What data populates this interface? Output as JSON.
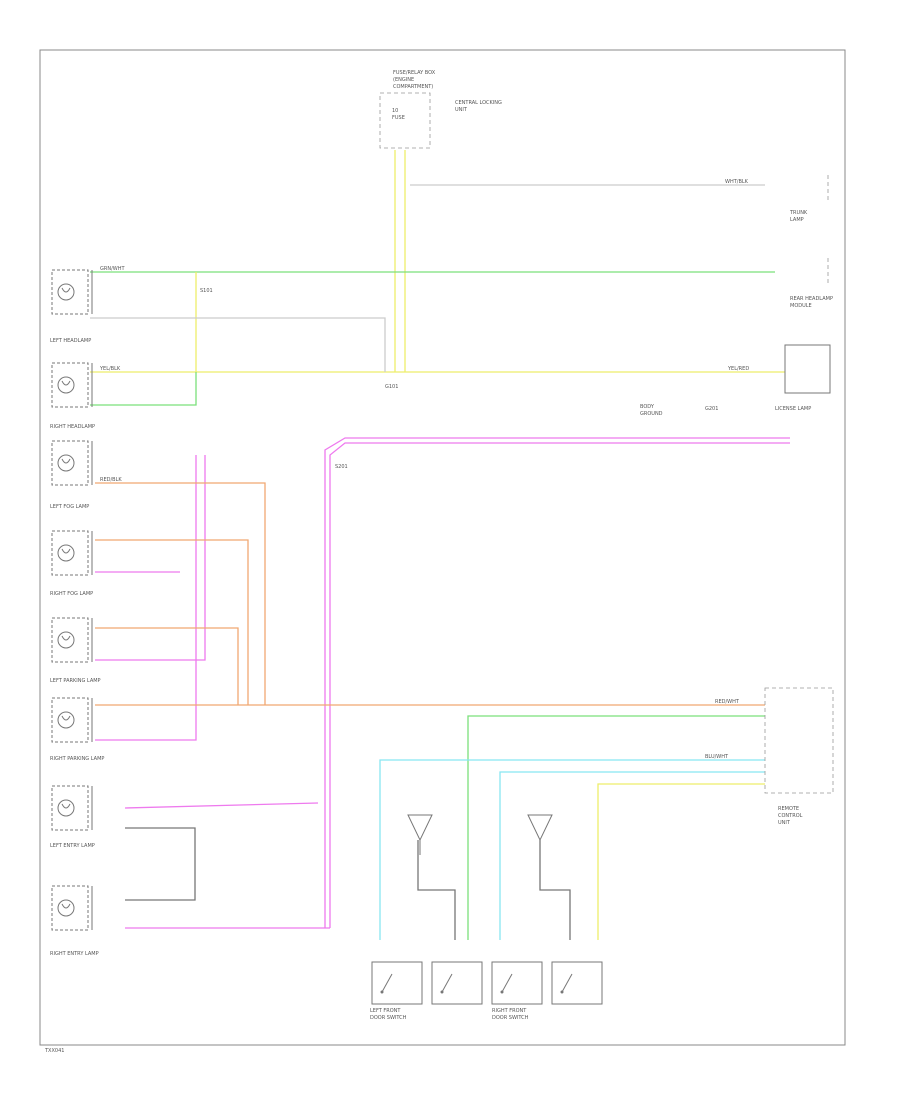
{
  "colors": {
    "green": "#7be07b",
    "yellow": "#eeee6a",
    "pink": "#ee7aee",
    "orange": "#f0a872",
    "cyan": "#88e6f2",
    "white_wire": "#cccccc",
    "frame": "#888888",
    "component": "#777777"
  },
  "icons": {
    "lamp": "lamp-icon",
    "switch": "switch-icon",
    "ground": "ground-icon"
  },
  "labels": {
    "fuse_box_title": "FUSE/RELAY BOX",
    "fuse_box_sub1": "(ENGINE",
    "fuse_box_sub2": "COMPARTMENT)",
    "fuse_box_body1": "10",
    "fuse_box_body2": "FUSE",
    "fuse_box_right1": "CENTRAL LOCKING",
    "fuse_box_right2": "UNIT",
    "left_headlamp": "LEFT HEADLAMP",
    "right_headlamp": "RIGHT HEADLAMP",
    "left_foglamp": "LEFT FOG LAMP",
    "right_foglamp": "RIGHT FOG LAMP",
    "left_parking": "LEFT PARKING LAMP",
    "right_parking": "RIGHT PARKING LAMP",
    "left_entry": "LEFT ENTRY LAMP",
    "right_entry": "RIGHT ENTRY LAMP",
    "left_door_switch1": "LEFT FRONT",
    "left_door_switch2": "DOOR SWITCH",
    "right_door_switch1": "RIGHT FRONT",
    "right_door_switch2": "DOOR SWITCH",
    "rear_module1": "REAR HEADLAMP",
    "rear_module2": "MODULE",
    "license_lamp": "LICENSE LAMP",
    "trunk_lamp1": "TRUNK",
    "trunk_lamp2": "LAMP",
    "remote_unit1": "REMOTE",
    "remote_unit2": "CONTROL",
    "remote_unit3": "UNIT",
    "ground_note1": "BODY",
    "ground_note2": "GROUND",
    "gnd_label1": "G101",
    "gnd_label2": "G201",
    "splice1": "S101",
    "splice2": "S201",
    "bottom_left": "TXX041"
  },
  "wire_labels": {
    "yel_red": "YEL/RED",
    "red_wht": "RED/WHT",
    "grn_wht": "GRN/WHT",
    "red_blk": "RED/BLK",
    "blu_wht": "BLU/WHT",
    "yel_blk": "YEL/BLK",
    "wht_blk": "WHT/BLK"
  }
}
